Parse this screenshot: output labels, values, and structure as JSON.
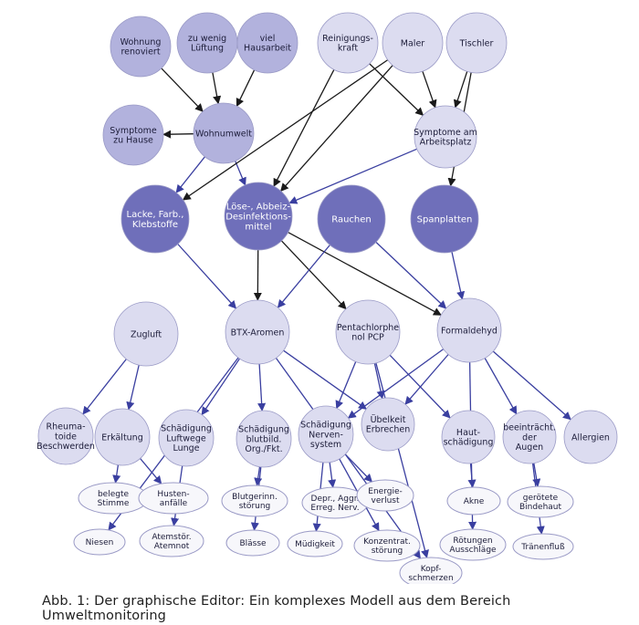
{
  "caption": "Abb. 1: Der graphische Editor: Ein komplexes Modell aus dem Bereich Umweltmonitoring",
  "colors": {
    "dark_node": "#6f6fba",
    "medium_node": "#b2b2dd",
    "light_node": "#dcdcf0",
    "white_node": "#f7f7fb",
    "node_stroke": "#9a9ac6",
    "black_edge": "#1a1a1a",
    "blue_edge": "#3a3fa0"
  },
  "nodes": [
    {
      "id": "wohnung_renoviert",
      "lines": [
        "Wohnung",
        "renoviert"
      ],
      "style": "medium"
    },
    {
      "id": "zu_wenig_lueftung",
      "lines": [
        "zu wenig",
        "Lüftung"
      ],
      "style": "medium"
    },
    {
      "id": "viel_hausarbeit",
      "lines": [
        "viel",
        "Hausarbeit"
      ],
      "style": "medium"
    },
    {
      "id": "reinigungskraft",
      "lines": [
        "Reinigungs-",
        "kraft"
      ],
      "style": "light"
    },
    {
      "id": "maler",
      "lines": [
        "Maler"
      ],
      "style": "light"
    },
    {
      "id": "tischler",
      "lines": [
        "Tischler"
      ],
      "style": "light"
    },
    {
      "id": "symptome_zu_hause",
      "lines": [
        "Symptome",
        "zu Hause"
      ],
      "style": "medium"
    },
    {
      "id": "wohnumwelt",
      "lines": [
        "Wohnumwelt"
      ],
      "style": "medium"
    },
    {
      "id": "symptome_arbeitsplatz",
      "lines": [
        "Symptome am",
        "Arbeitsplatz"
      ],
      "style": "light"
    },
    {
      "id": "lacke",
      "lines": [
        "Lacke, Farb.,",
        "Klebstoffe"
      ],
      "style": "dark"
    },
    {
      "id": "loese",
      "lines": [
        "Löse-, Abbeiz-",
        "Desinfektions-",
        "mittel"
      ],
      "style": "dark"
    },
    {
      "id": "rauchen",
      "lines": [
        "Rauchen"
      ],
      "style": "dark"
    },
    {
      "id": "spanplatten",
      "lines": [
        "Spanplatten"
      ],
      "style": "dark"
    },
    {
      "id": "zugluft",
      "lines": [
        "Zugluft"
      ],
      "style": "light"
    },
    {
      "id": "btx",
      "lines": [
        "BTX-Aromen"
      ],
      "style": "light"
    },
    {
      "id": "pcp",
      "lines": [
        "Pentachlorphe",
        "nol PCP"
      ],
      "style": "light"
    },
    {
      "id": "formaldehyd",
      "lines": [
        "Formaldehyd"
      ],
      "style": "light"
    },
    {
      "id": "rheumatoide",
      "lines": [
        "Rheuma-",
        "toide",
        "Beschwerden"
      ],
      "style": "light"
    },
    {
      "id": "erkaeltung",
      "lines": [
        "Erkältung"
      ],
      "style": "light"
    },
    {
      "id": "schaedigung_luftwege",
      "lines": [
        "Schädigung",
        "Luftwege",
        "Lunge"
      ],
      "style": "light"
    },
    {
      "id": "schaedigung_blutbild",
      "lines": [
        "Schädigung",
        "blutbild.",
        "Org./Fkt."
      ],
      "style": "light"
    },
    {
      "id": "schaedigung_nerven",
      "lines": [
        "Schädigung",
        "Nerven-",
        "system"
      ],
      "style": "light"
    },
    {
      "id": "uebelkeit",
      "lines": [
        "Übelkeit",
        "Erbrechen"
      ],
      "style": "light"
    },
    {
      "id": "hautschaedigung",
      "lines": [
        "Haut-",
        "schädigung"
      ],
      "style": "light"
    },
    {
      "id": "augen",
      "lines": [
        "beeinträcht.",
        "der",
        "Augen"
      ],
      "style": "light"
    },
    {
      "id": "allergien",
      "lines": [
        "Allergien"
      ],
      "style": "light"
    },
    {
      "id": "belegte_stimme",
      "lines": [
        "belegte",
        "Stimme"
      ],
      "style": "white"
    },
    {
      "id": "hustenanfaelle",
      "lines": [
        "Husten-",
        "anfälle"
      ],
      "style": "white"
    },
    {
      "id": "blutgerinnung",
      "lines": [
        "Blutgerinn.",
        "störung"
      ],
      "style": "white"
    },
    {
      "id": "depr",
      "lines": [
        "Depr., Aggr.",
        "Erreg. Nerv."
      ],
      "style": "white"
    },
    {
      "id": "energieverlust",
      "lines": [
        "Energie-",
        "verlust"
      ],
      "style": "white"
    },
    {
      "id": "akne",
      "lines": [
        "Akne"
      ],
      "style": "white"
    },
    {
      "id": "geroetete",
      "lines": [
        "gerötete",
        "Bindehaut"
      ],
      "style": "white"
    },
    {
      "id": "niesen",
      "lines": [
        "Niesen"
      ],
      "style": "white"
    },
    {
      "id": "atemstoer",
      "lines": [
        "Atemstör.",
        "Atemnot"
      ],
      "style": "white"
    },
    {
      "id": "blaesse",
      "lines": [
        "Blässe"
      ],
      "style": "white"
    },
    {
      "id": "muedigkeit",
      "lines": [
        "Müdigkeit"
      ],
      "style": "white"
    },
    {
      "id": "konzentrat",
      "lines": [
        "Konzentrat.",
        "störung"
      ],
      "style": "white"
    },
    {
      "id": "roetungen",
      "lines": [
        "Rötungen",
        "Ausschläge"
      ],
      "style": "white"
    },
    {
      "id": "traenenfluss",
      "lines": [
        "Tränenfluß"
      ],
      "style": "white"
    },
    {
      "id": "kopfschmerzen",
      "lines": [
        "Kopf-",
        "schmerzen"
      ],
      "style": "white"
    }
  ],
  "edges": [
    {
      "from": "wohnung_renoviert",
      "to": "wohnumwelt",
      "color": "black"
    },
    {
      "from": "zu_wenig_lueftung",
      "to": "wohnumwelt",
      "color": "black"
    },
    {
      "from": "viel_hausarbeit",
      "to": "wohnumwelt",
      "color": "black"
    },
    {
      "from": "wohnumwelt",
      "to": "symptome_zu_hause",
      "color": "black"
    },
    {
      "from": "reinigungskraft",
      "to": "symptome_arbeitsplatz",
      "color": "black"
    },
    {
      "from": "maler",
      "to": "symptome_arbeitsplatz",
      "color": "black"
    },
    {
      "from": "tischler",
      "to": "symptome_arbeitsplatz",
      "color": "black"
    },
    {
      "from": "wohnumwelt",
      "to": "lacke",
      "color": "blue"
    },
    {
      "from": "wohnumwelt",
      "to": "loese",
      "color": "blue"
    },
    {
      "from": "symptome_arbeitsplatz",
      "to": "loese",
      "color": "blue"
    },
    {
      "from": "reinigungskraft",
      "to": "loese",
      "color": "black"
    },
    {
      "from": "maler",
      "to": "loese",
      "color": "black"
    },
    {
      "from": "maler",
      "to": "lacke",
      "color": "black"
    },
    {
      "from": "tischler",
      "to": "spanplatten",
      "color": "black"
    },
    {
      "from": "lacke",
      "to": "btx",
      "color": "blue"
    },
    {
      "from": "loese",
      "to": "btx",
      "color": "black"
    },
    {
      "from": "loese",
      "to": "pcp",
      "color": "black"
    },
    {
      "from": "loese",
      "to": "formaldehyd",
      "color": "black"
    },
    {
      "from": "rauchen",
      "to": "btx",
      "color": "blue"
    },
    {
      "from": "rauchen",
      "to": "formaldehyd",
      "color": "blue"
    },
    {
      "from": "spanplatten",
      "to": "formaldehyd",
      "color": "blue"
    },
    {
      "from": "zugluft",
      "to": "rheumatoide",
      "color": "blue"
    },
    {
      "from": "zugluft",
      "to": "erkaeltung",
      "color": "blue"
    },
    {
      "from": "btx",
      "to": "schaedigung_luftwege",
      "color": "blue"
    },
    {
      "from": "btx",
      "to": "schaedigung_blutbild",
      "color": "blue"
    },
    {
      "from": "btx",
      "to": "uebelkeit",
      "color": "blue"
    },
    {
      "from": "btx",
      "to": "niesen",
      "color": "blue"
    },
    {
      "from": "btx",
      "to": "kopfschmerzen",
      "color": "blue"
    },
    {
      "from": "pcp",
      "to": "schaedigung_nerven",
      "color": "blue"
    },
    {
      "from": "pcp",
      "to": "uebelkeit",
      "color": "blue"
    },
    {
      "from": "pcp",
      "to": "hautschaedigung",
      "color": "blue"
    },
    {
      "from": "pcp",
      "to": "kopfschmerzen",
      "color": "blue"
    },
    {
      "from": "formaldehyd",
      "to": "schaedigung_nerven",
      "color": "blue"
    },
    {
      "from": "formaldehyd",
      "to": "uebelkeit",
      "color": "blue"
    },
    {
      "from": "formaldehyd",
      "to": "augen",
      "color": "blue"
    },
    {
      "from": "formaldehyd",
      "to": "allergien",
      "color": "blue"
    },
    {
      "from": "formaldehyd",
      "to": "roetungen",
      "color": "blue"
    },
    {
      "from": "erkaeltung",
      "to": "belegte_stimme",
      "color": "blue"
    },
    {
      "from": "erkaeltung",
      "to": "hustenanfaelle",
      "color": "blue"
    },
    {
      "from": "schaedigung_luftwege",
      "to": "atemstoer",
      "color": "blue"
    },
    {
      "from": "schaedigung_blutbild",
      "to": "blutgerinnung",
      "color": "blue"
    },
    {
      "from": "schaedigung_blutbild",
      "to": "blaesse",
      "color": "blue"
    },
    {
      "from": "schaedigung_nerven",
      "to": "depr",
      "color": "blue"
    },
    {
      "from": "schaedigung_nerven",
      "to": "energieverlust",
      "color": "blue"
    },
    {
      "from": "schaedigung_nerven",
      "to": "muedigkeit",
      "color": "blue"
    },
    {
      "from": "schaedigung_nerven",
      "to": "konzentrat",
      "color": "blue"
    },
    {
      "from": "hautschaedigung",
      "to": "akne",
      "color": "blue"
    },
    {
      "from": "augen",
      "to": "geroetete",
      "color": "blue"
    },
    {
      "from": "augen",
      "to": "traenenfluss",
      "color": "blue"
    }
  ]
}
